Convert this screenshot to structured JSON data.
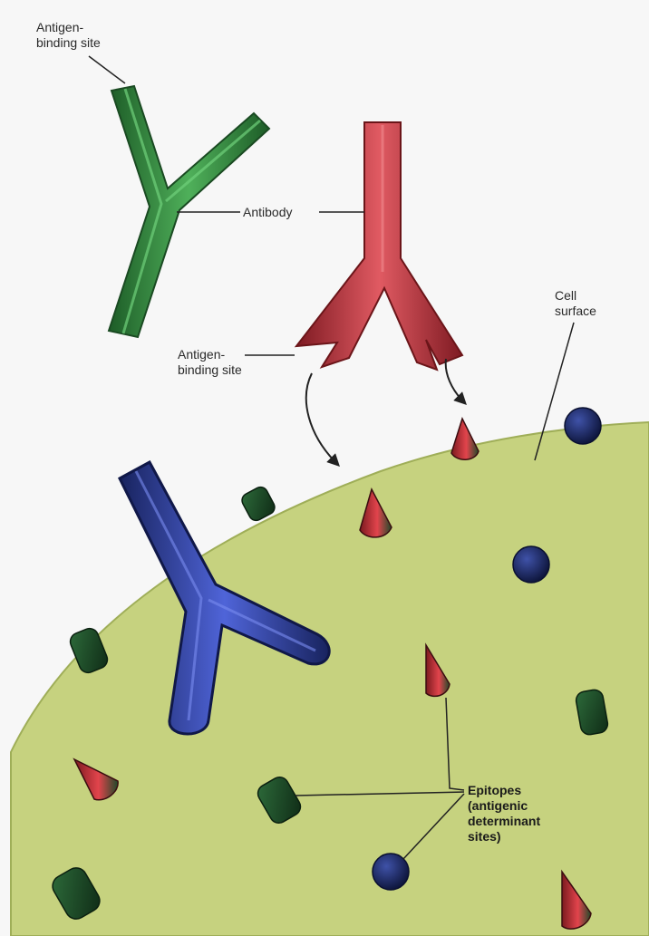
{
  "labels": {
    "antigen_binding_site_top": [
      "Antigen-",
      "binding site"
    ],
    "antibody": "Antibody",
    "antigen_binding_site_mid": [
      "Antigen-",
      "binding site"
    ],
    "cell_surface": [
      "Cell",
      "surface"
    ],
    "epitopes": [
      "Epitopes",
      "(antigenic",
      "determinant",
      "sites)"
    ]
  },
  "colors": {
    "cell": "#c3d07a",
    "cell_edge": "#9fae58",
    "antibody_green": "#2f8a3c",
    "antibody_red": "#b8323a",
    "antibody_blue": "#2d3fa8",
    "epitope_cylinder": "#1f4a2a",
    "epitope_cone_red": "#c8323a",
    "epitope_sphere": "#1c2a6e",
    "background": "#f7f7f7"
  }
}
